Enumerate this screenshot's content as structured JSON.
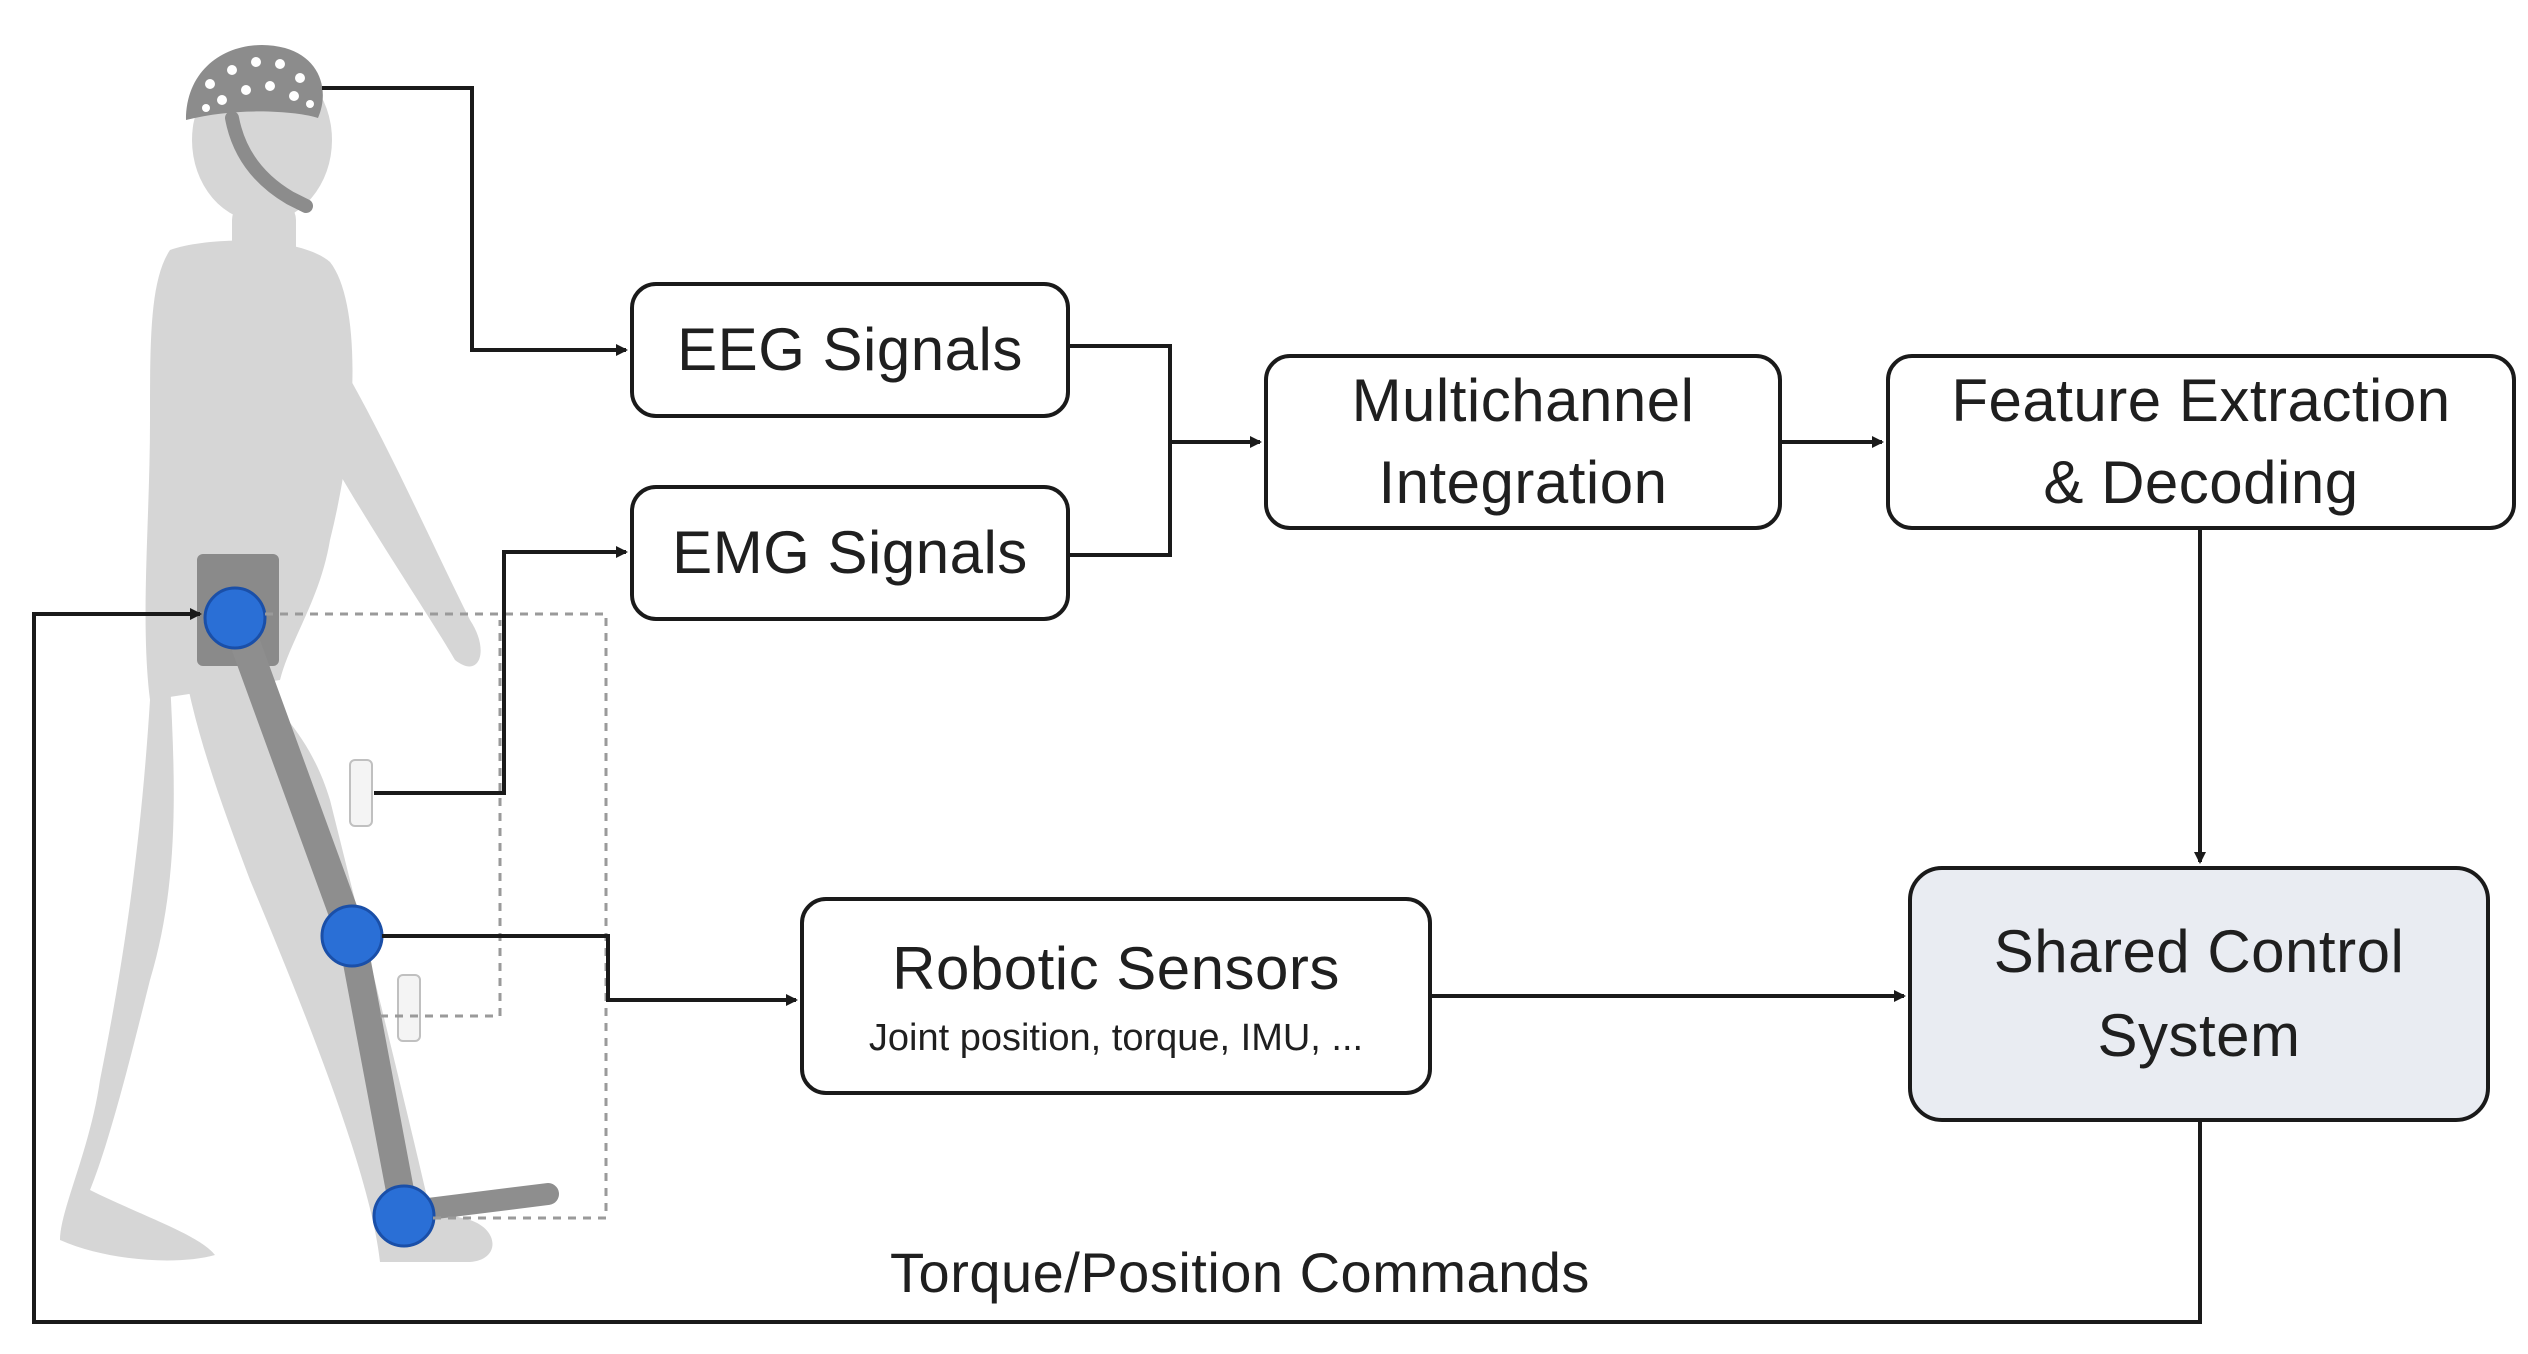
{
  "blocks": {
    "eeg": "EEG Signals",
    "emg": "EMG Signals",
    "multichannel": [
      "Multichannel",
      "Integration"
    ],
    "feature": [
      "Feature Extraction",
      "& Decoding"
    ],
    "robotic": {
      "title": "Robotic Sensors",
      "subtitle": "Joint position, torque, IMU, ..."
    },
    "shared": [
      "Shared Control",
      "System"
    ]
  },
  "feedback_label": "Torque/Position Commands",
  "colors": {
    "line": "#1a1a1a",
    "shared_fill": "#e9ecf2",
    "body": "#d3d3d3",
    "exo_bar": "#8a8a8a",
    "joint": "#2a6fd6",
    "cap": "#8c8c8c"
  },
  "icons": [
    "eeg-cap-icon",
    "human-figure-icon",
    "exoskeleton-icon",
    "emg-sensor-icon"
  ]
}
